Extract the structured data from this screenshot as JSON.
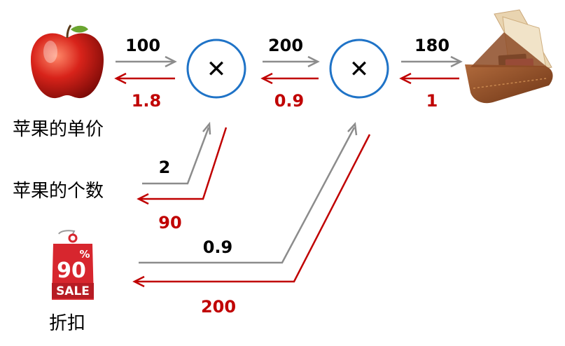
{
  "nodes": {
    "apple_label": "苹果的单价",
    "count_label": "苹果的个数",
    "discount_label": "折扣",
    "mult1_symbol": "✕",
    "mult2_symbol": "✕",
    "tag": {
      "percent_text": "90",
      "percent_sign": "%",
      "sale_text": "SALE"
    }
  },
  "forward": {
    "apple_to_mult1": "100",
    "mult1_to_mult2": "200",
    "mult2_to_wallet": "180",
    "count_to_mult1": "2",
    "discount_to_mult2": "0.9"
  },
  "backward": {
    "wallet_to_mult2": "1",
    "mult2_to_mult1": "0.9",
    "mult1_to_apple": "1.8",
    "mult1_to_count": "90",
    "mult2_to_discount": "200"
  },
  "colors": {
    "forward_arrow": "#8c8c8c",
    "backward_arrow": "#c00000",
    "node_stroke": "#1f73c7",
    "apple": "#c81a12",
    "wallet": "#8b4a24",
    "tag": "#d7262e"
  }
}
